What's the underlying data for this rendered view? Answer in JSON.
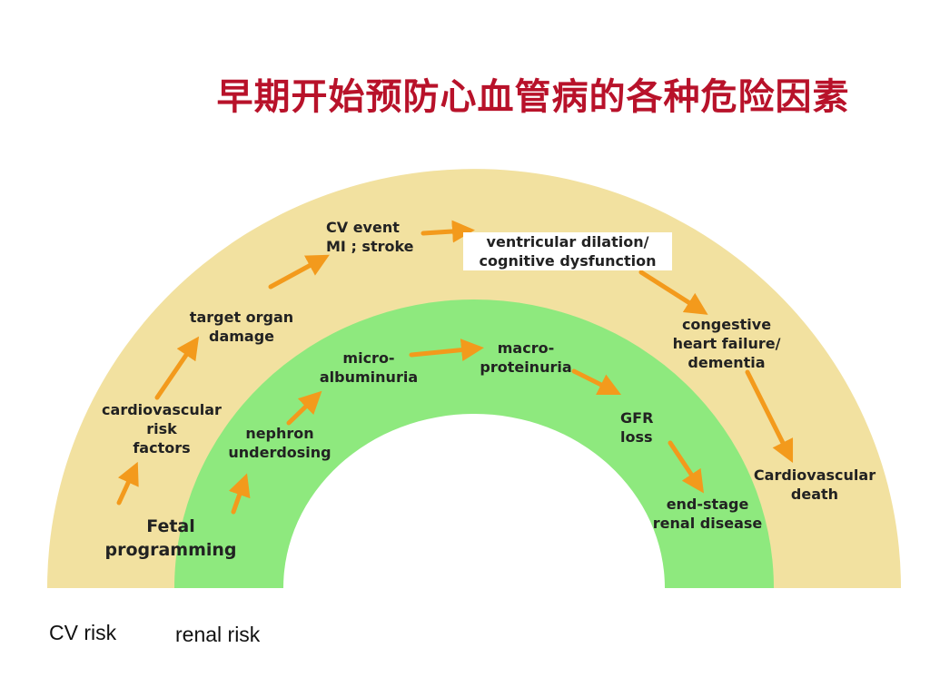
{
  "title": "早期开始预防心血管病的各种危险因素",
  "colors": {
    "title": "#b8122a",
    "outer_band": "#f2e1a0",
    "inner_band": "#8ee97e",
    "arrow": "#f39a1c"
  },
  "labels": {
    "fetal": "Fetal\nprogramming",
    "cv_factors": "cardiovascular\nrisk\nfactors",
    "target_organ": "target organ\ndamage",
    "cv_event": "CV event\nMI ; stroke",
    "ventricular": "ventricular dilation/\ncognitive dysfunction",
    "chf": "congestive\nheart failure/\ndementia",
    "cv_death": "Cardiovascular\ndeath",
    "nephron": "nephron\nunderdosing",
    "micro": "micro-\nalbuminuria",
    "macro": "macro-\nproteinuria",
    "gfr": "GFR\nloss",
    "esrd": "end-stage\nrenal disease"
  },
  "legend": {
    "cv": "CV risk",
    "renal": "renal risk"
  }
}
